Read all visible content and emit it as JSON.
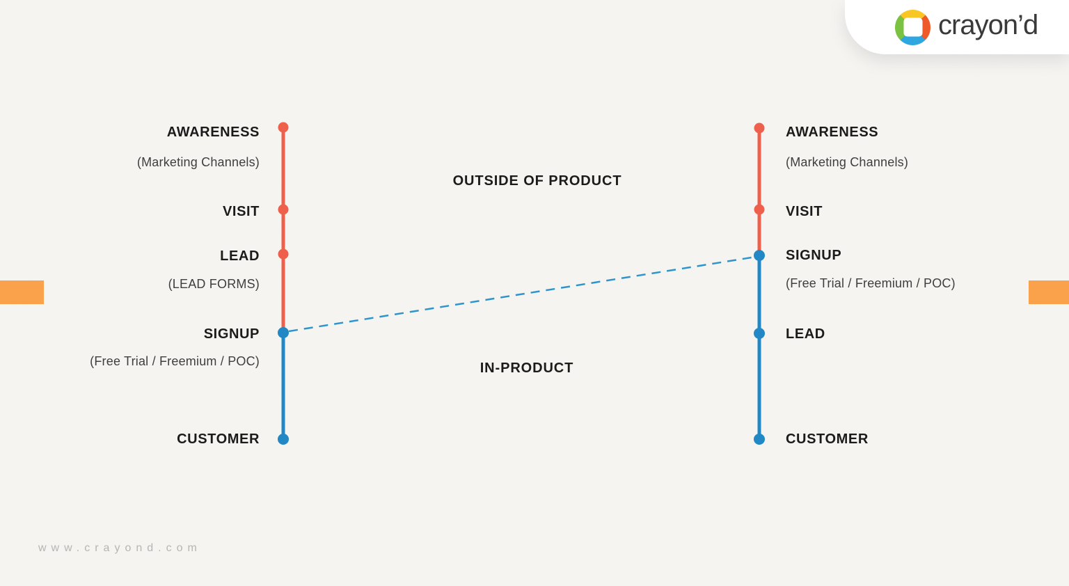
{
  "page": {
    "background": "#F6F5F2",
    "website_text": "www.crayond.com"
  },
  "brand": {
    "name": "crayon’d",
    "logo_colors": {
      "yellow": "#F9C623",
      "orange": "#EF5A2B",
      "blue": "#2EA7E0",
      "green": "#7CC242"
    }
  },
  "colors": {
    "funnel_red": "#EE5F4C",
    "funnel_blue": "#2188C5",
    "dashed_blue": "#2E95CC",
    "accent_orange": "#F9A24B",
    "label_dark": "#1B1B1B",
    "sublabel_gray": "#3E3E3E"
  },
  "zones": {
    "outside_label": "OUTSIDE OF PRODUCT",
    "in_product_label": "IN-PRODUCT"
  },
  "left_funnel": {
    "stages": [
      {
        "label": "AWARENESS",
        "sublabel": "(Marketing Channels)"
      },
      {
        "label": "VISIT",
        "sublabel": ""
      },
      {
        "label": "LEAD",
        "sublabel": "(LEAD FORMS)"
      },
      {
        "label": "SIGNUP",
        "sublabel": "(Free Trial / Freemium / POC)"
      },
      {
        "label": "CUSTOMER",
        "sublabel": ""
      }
    ]
  },
  "right_funnel": {
    "stages": [
      {
        "label": "AWARENESS",
        "sublabel": "(Marketing Channels)"
      },
      {
        "label": "VISIT",
        "sublabel": ""
      },
      {
        "label": "SIGNUP",
        "sublabel": "(Free Trial / Freemium / POC)"
      },
      {
        "label": "LEAD",
        "sublabel": ""
      },
      {
        "label": "CUSTOMER",
        "sublabel": ""
      }
    ]
  }
}
